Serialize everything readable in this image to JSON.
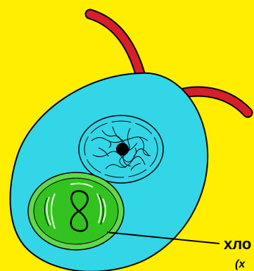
{
  "diagram": {
    "type": "cell-illustration",
    "colors": {
      "background": "#ffee00",
      "cytoplasm": "#33d6e6",
      "flagella": "#d61f2b",
      "chloroplast_outer": "#5fd94a",
      "chloroplast_inner": "#33c21f",
      "nucleus": "#33d6e6",
      "nucleolus": "#000000",
      "outline": "#000000"
    },
    "parts": [
      "flagellum",
      "flagellum",
      "cytoplasm",
      "nucleus",
      "nucleolus",
      "chloroplast"
    ],
    "labels": {
      "chloroplast": "хло",
      "chloroplast_sub": "(х"
    }
  }
}
